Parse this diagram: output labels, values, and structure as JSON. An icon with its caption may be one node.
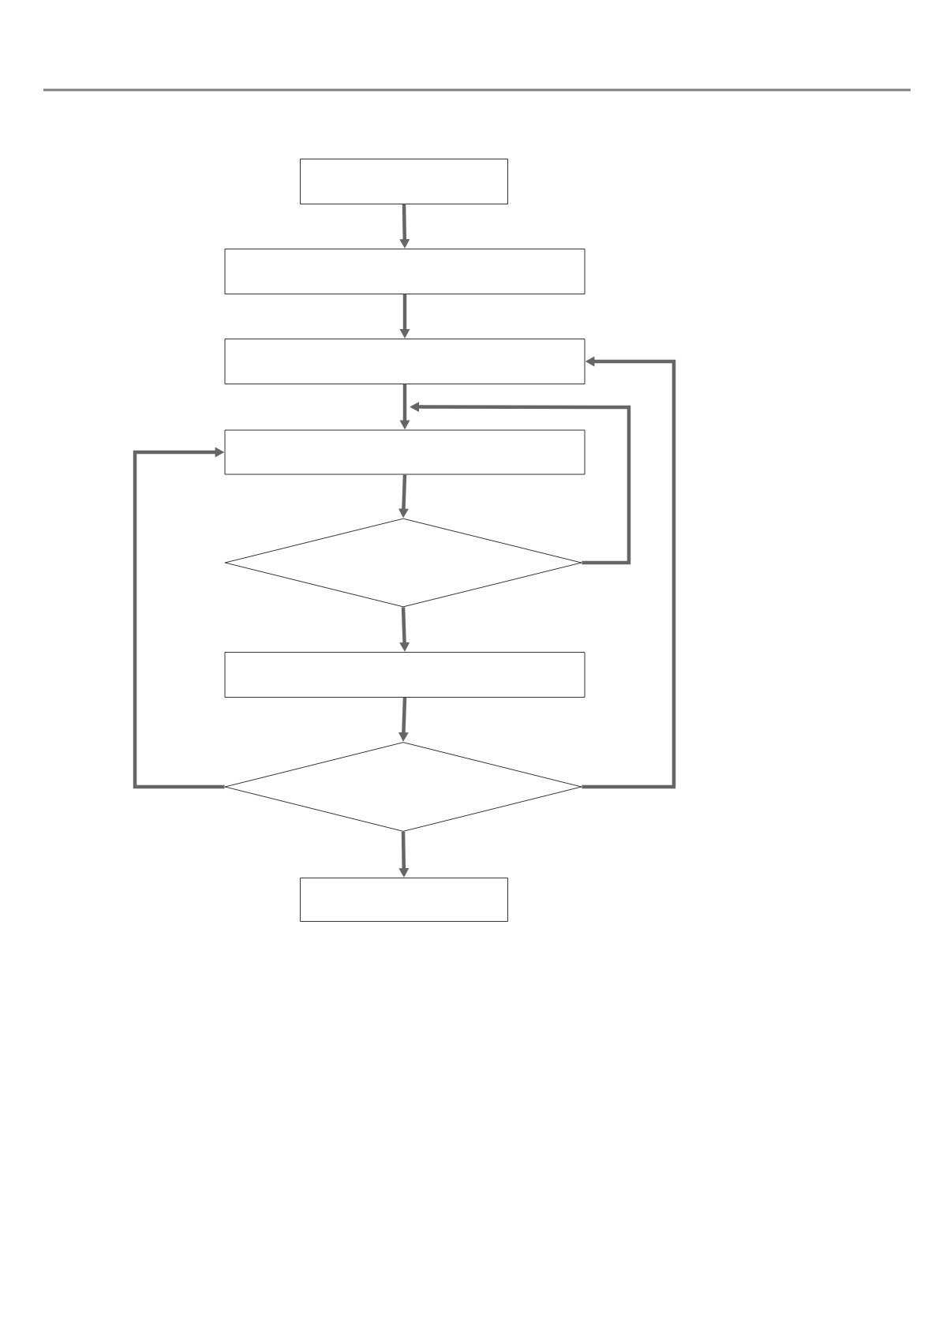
{
  "diagram": {
    "nodes": [
      {
        "text": [],
        "shape": "box"
      },
      {
        "text": [],
        "shape": "box"
      },
      {
        "text": [],
        "shape": "box"
      },
      {
        "text": [],
        "shape": "box"
      },
      {
        "text": [],
        "shape": "diamond"
      },
      {
        "text": [],
        "shape": "box"
      },
      {
        "text": [],
        "shape": "diamond"
      },
      {
        "text": [],
        "shape": "box"
      }
    ],
    "edges": [
      {
        "from": 0,
        "to": 1,
        "arrow": "to"
      },
      {
        "from": 1,
        "to": 2,
        "arrow": "to"
      },
      {
        "from": 2,
        "to": 3,
        "arrow": "to"
      },
      {
        "from": 3,
        "to": 4,
        "arrow": "to"
      },
      {
        "from": 4,
        "to": 3,
        "arrow": "to"
      },
      {
        "from": 4,
        "to": 5,
        "arrow": "to"
      },
      {
        "from": 5,
        "to": 6,
        "arrow": "to"
      },
      {
        "from": 6,
        "to": 3,
        "arrow": "to"
      },
      {
        "from": 6,
        "to": 2,
        "arrow": "to"
      },
      {
        "from": 6,
        "to": 7,
        "arrow": "to"
      }
    ]
  }
}
